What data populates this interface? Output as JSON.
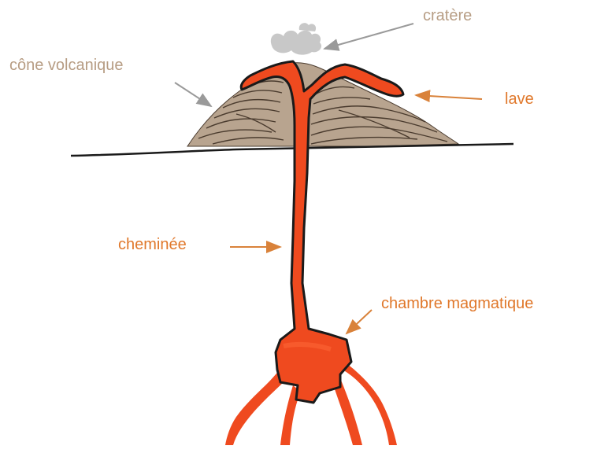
{
  "labels": {
    "crater": "cratère",
    "cone": "cône volcanique",
    "lava": "lave",
    "chimney": "cheminée",
    "chamber": "chambre magmatique"
  },
  "colors": {
    "cone_fill": "#b8a48f",
    "strata": "#4a3b2e",
    "magma": "#ef4a1f",
    "outline": "#1a1a1a",
    "smoke": "#c8c8c8",
    "gray_label": "#b79d84",
    "orange_label": "#e0782b",
    "gray_arrow": "#9a9a9a",
    "orange_arrow": "#d9823a"
  }
}
